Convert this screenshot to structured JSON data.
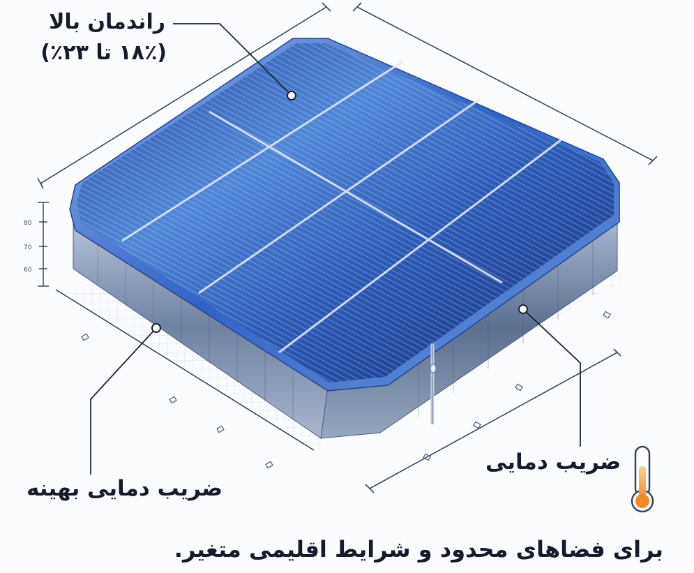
{
  "labels": {
    "efficiency_title": "راندمان بالا",
    "efficiency_range": "(۱۸٪ تا ۲۳٪)",
    "temp_coefficient": "ضریب دمایی",
    "optimal_temp_coefficient": "ضریب دمایی بهینه",
    "caption": "برای فضاهای محدود و شرایط اقلیمی متغیر."
  },
  "scale": {
    "ticks": [
      "80",
      "70",
      "60"
    ]
  },
  "colors": {
    "panel_dark": "#14307a",
    "panel_light": "#4f86d6",
    "busbar": "#dfe9f6",
    "frame": "#7d8ea8",
    "thermometer": "#f08a24",
    "text": "#151b2b"
  },
  "icons": {
    "thermometer": "thermometer-icon",
    "callout_dot": "callout-dot"
  }
}
